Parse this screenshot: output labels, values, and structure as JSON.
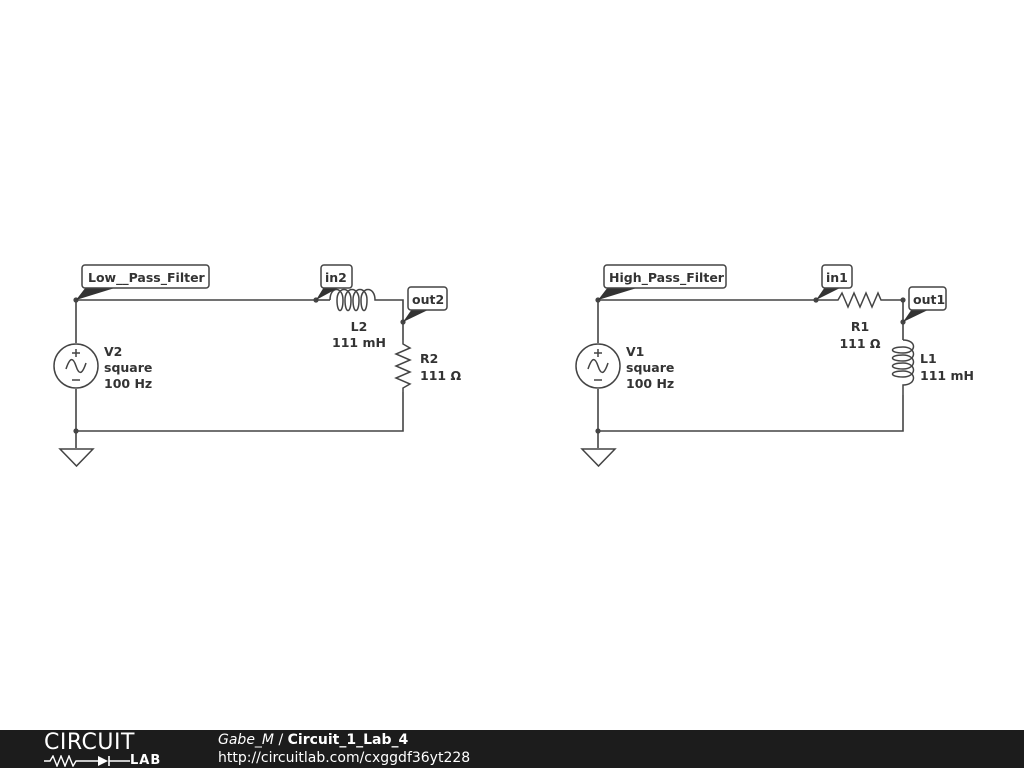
{
  "circuits": {
    "low_pass": {
      "filter_label": "Low__Pass_Filter",
      "input_node": "in2",
      "output_node": "out2",
      "source": {
        "name": "V2",
        "waveform": "square",
        "frequency": "100 Hz"
      },
      "inductor": {
        "name": "L2",
        "value": "111 mH"
      },
      "resistor": {
        "name": "R2",
        "value": "111 Ω"
      }
    },
    "high_pass": {
      "filter_label": "High_Pass_Filter",
      "input_node": "in1",
      "output_node": "out1",
      "source": {
        "name": "V1",
        "waveform": "square",
        "frequency": "100 Hz"
      },
      "resistor": {
        "name": "R1",
        "value": "111 Ω"
      },
      "inductor": {
        "name": "L1",
        "value": "111 mH"
      }
    }
  },
  "footer": {
    "logo_top": "CIRCUIT",
    "logo_bottom": "LAB",
    "author": "Gabe_M",
    "separator": " / ",
    "project": "Circuit_1_Lab_4",
    "url": "http://circuitlab.com/cxggdf36yt228"
  },
  "colors": {
    "wire": "#444444",
    "footer_bg": "#1c1c1c"
  }
}
